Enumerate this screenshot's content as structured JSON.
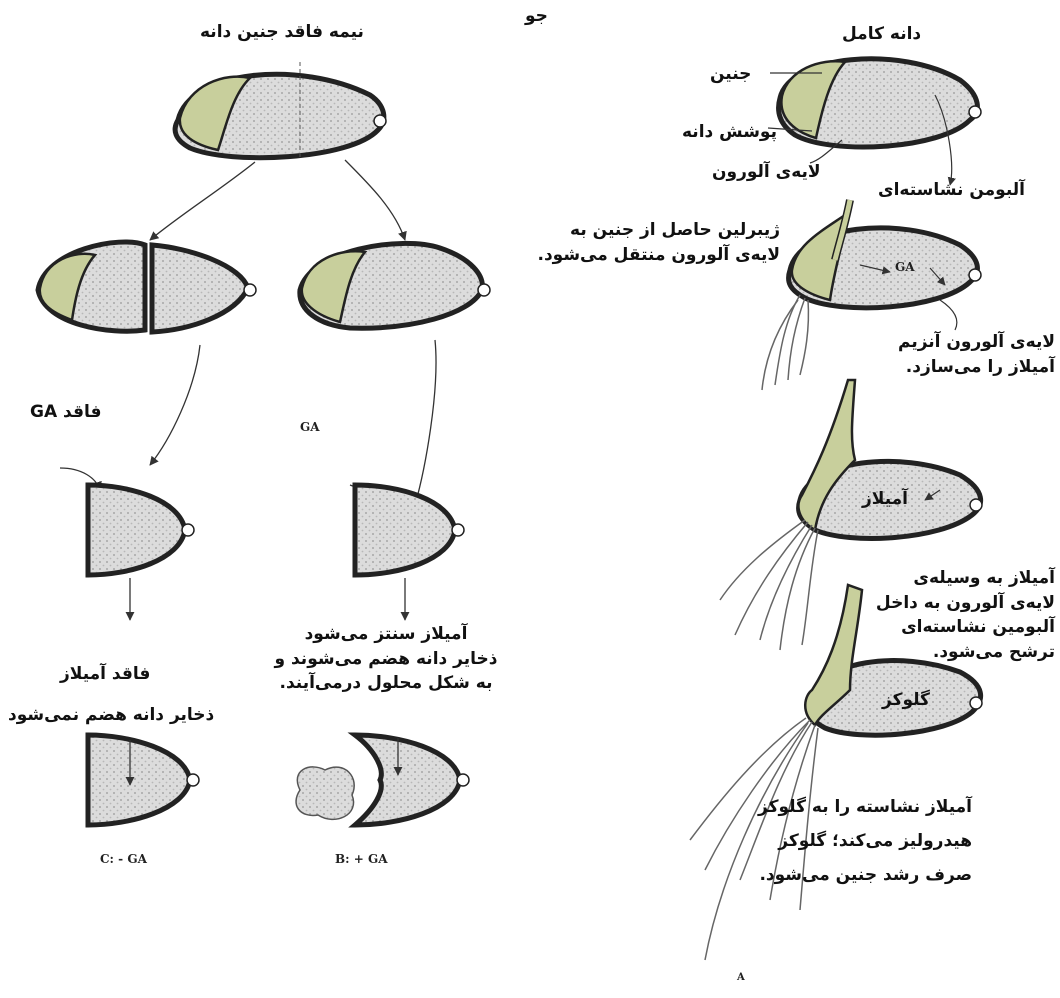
{
  "title": "جو",
  "left": {
    "title": "نیمه فاقد جنین دانه",
    "ga_minus_label": "فاقد GA",
    "ga_plus_label": "GA",
    "no_amylase": "فاقد آمیلاز",
    "not_digested": "ذخایر دانه هضم نمی‌شود",
    "amylase_synth": [
      "آمیلاز سنتز می‌شود",
      "ذخایر دانه هضم می‌شوند و",
      "به شکل محلول درمی‌آیند."
    ],
    "caption_c": "C: - GA",
    "caption_b": "B: + GA"
  },
  "right": {
    "whole_seed": "دانه کامل",
    "embryo": "جنین",
    "seed_coat": "پوشش دانه",
    "aleurone": "لایه‌ی آلورون",
    "starchy_albumen": "آلبومن نشاسته‌ای",
    "gibberellin": [
      "ژیبرلین حاصل از جنین به",
      "لایه‌ی آلورون منتقل می‌شود."
    ],
    "ga_inside": "GA",
    "aleurone_enzyme": [
      "لایه‌ی آلورون آنزیم",
      "آمیلاز را می‌سازد."
    ],
    "amylase_inside": "آمیلاز",
    "amylase_secreted": [
      "آمیلاز به وسیله‌ی",
      "لایه‌ی آلورون به داخل",
      "آلبومین نشاسته‌ای",
      "ترشح می‌شود."
    ],
    "glucose_inside": "گلوکز",
    "hydrolysis": [
      "آمیلاز نشاسته را به گلوکز",
      "هیدرولیز می‌کند؛ گلوکز",
      "صرف رشد جنین می‌شود."
    ],
    "caption_a": "A"
  },
  "colors": {
    "embryo_fill": "#c8cf9c",
    "endosperm_fill": "#dcdcdc",
    "outline": "#222222",
    "arrow": "#333333"
  }
}
